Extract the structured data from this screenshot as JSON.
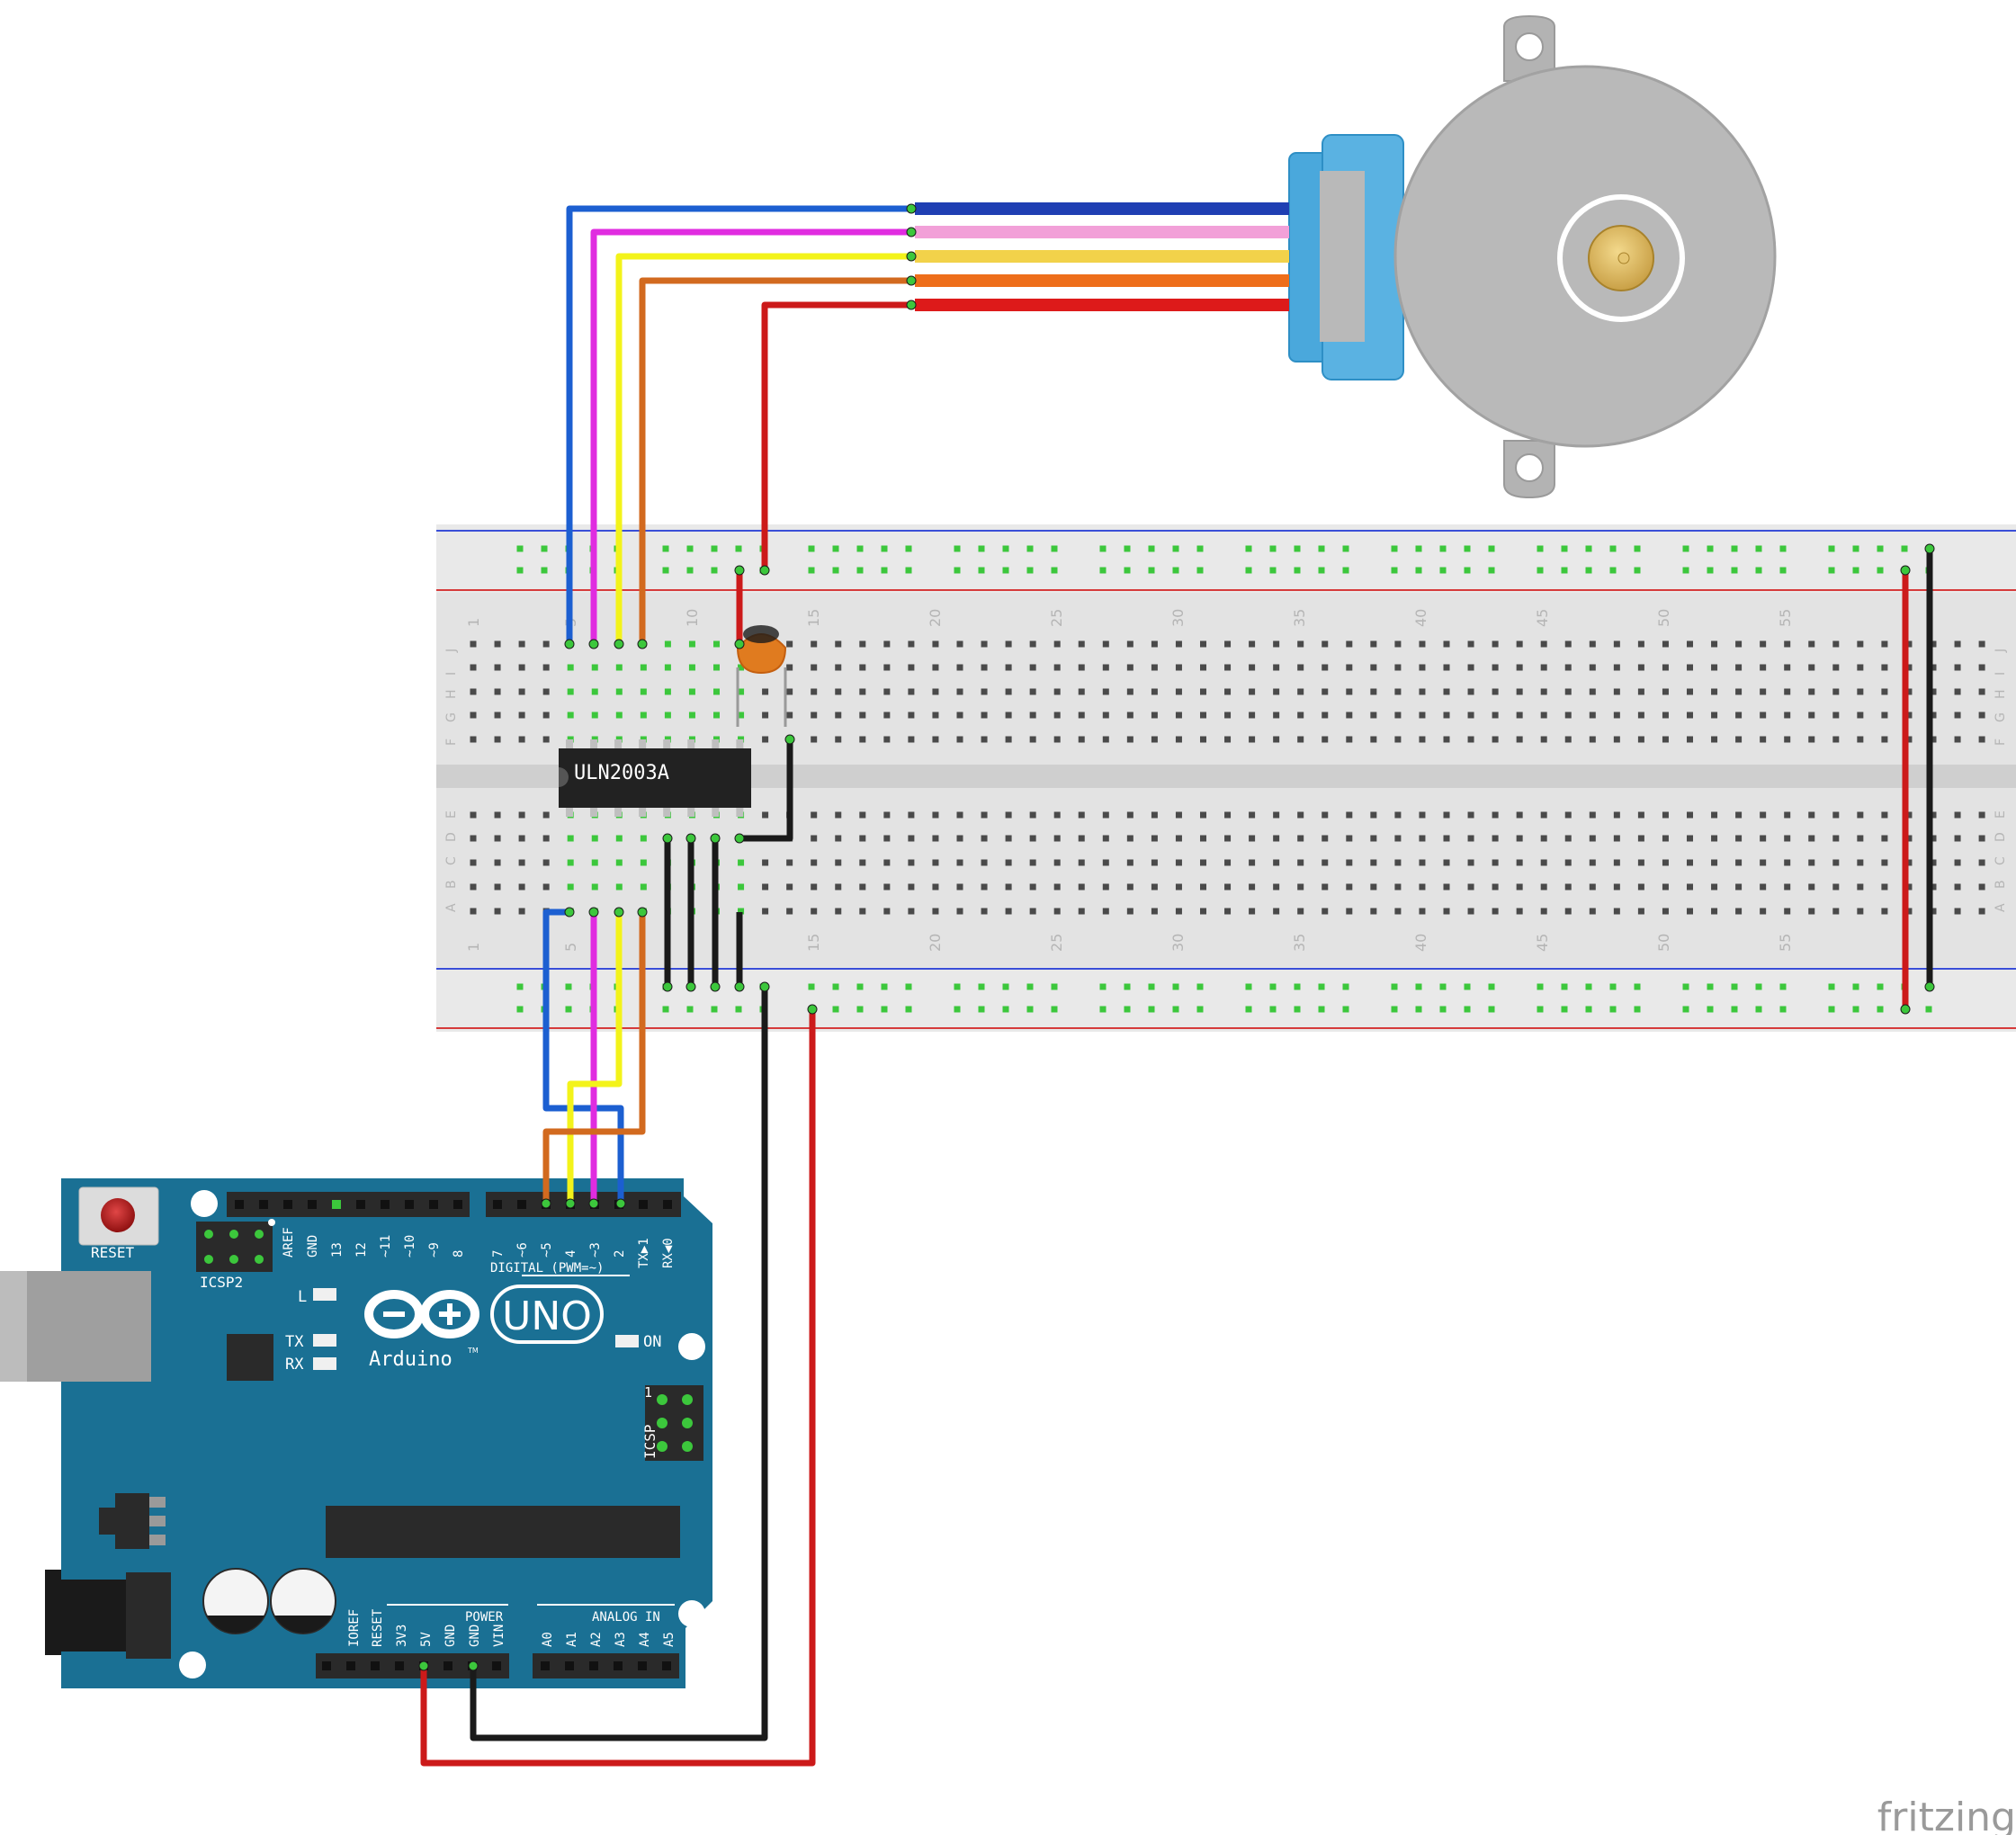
{
  "diagram": {
    "colors": {
      "arduino_board": "#1a7094",
      "board_dark": "#0f5a78",
      "breadboard": "#e3e3e3",
      "rail_blue": "#3a4fd8",
      "rail_red": "#d63b3b",
      "hole": "#4a4a4a",
      "hole_connected": "#3cc73c",
      "motor_body": "#b9b9b9",
      "motor_connector": "#4aa8dc",
      "shaft": "#d8b15a",
      "chip": "#222222",
      "capacitor": "#e07b1f",
      "wire_blue": "#1c5fd1",
      "wire_magenta": "#e02ce0",
      "wire_yellow": "#f3f31a",
      "wire_orange": "#d26a1f",
      "wire_red": "#cc1a1a",
      "wire_black": "#1a1a1a",
      "motor_lead_blue": "#1f3fb3",
      "motor_lead_pink": "#f2a0d8",
      "motor_lead_yellow": "#f2d24a",
      "motor_lead_orange": "#ee6e1a",
      "motor_lead_red": "#dd1a1a"
    },
    "ic_label": "ULN2003A",
    "breadboard": {
      "column_numbers": [
        "1",
        "5",
        "10",
        "15",
        "20",
        "25",
        "30",
        "35",
        "40",
        "45",
        "50",
        "55"
      ],
      "row_letters_top": [
        "J",
        "I",
        "H",
        "G",
        "F"
      ],
      "row_letters_bottom": [
        "E",
        "D",
        "C",
        "B",
        "A"
      ]
    },
    "arduino": {
      "logo_text": "Arduino",
      "tm": "TM",
      "model": "UNO",
      "reset_label": "RESET",
      "icsp2_label": "ICSP2",
      "icsp_label": "ICSP",
      "icsp_pin1": "1",
      "led_l": "L",
      "led_tx": "TX",
      "led_rx": "RX",
      "on_label": "ON",
      "digital_label": "DIGITAL (PWM=~)",
      "power_label": "POWER",
      "analog_label": "ANALOG IN",
      "digital_pins_left": [
        "AREF",
        "GND",
        "13",
        "12",
        "~11",
        "~10",
        "~9",
        "8"
      ],
      "digital_pins_right": [
        "7",
        "~6",
        "~5",
        "4",
        "~3",
        "2",
        "TX▶1",
        "RX◀0"
      ],
      "power_pins": [
        "IOREF",
        "RESET",
        "3V3",
        "5V",
        "GND",
        "GND",
        "VIN"
      ],
      "analog_pins": [
        "A0",
        "A1",
        "A2",
        "A3",
        "A4",
        "A5"
      ]
    },
    "watermark": "fritzing"
  }
}
